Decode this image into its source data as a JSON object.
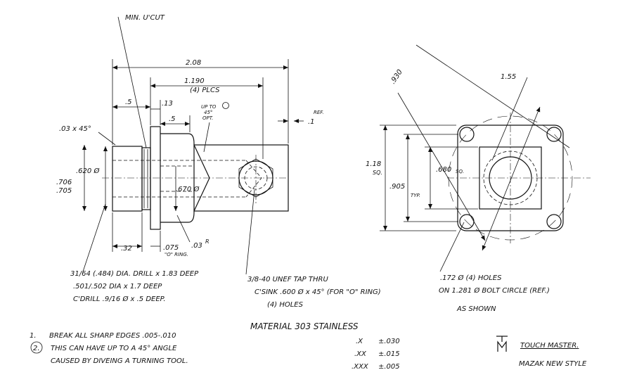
{
  "side_view": {
    "min_ucut": "MIN. U'CUT",
    "overall_length": "2.08",
    "len_1190": "1.190",
    "four_plcs": "(4) PLCS",
    "dim_p5_top": ".5",
    "dim_p13": ".13",
    "dim_p5_lower": ".5",
    "upto_line1": "UP TO",
    "upto_line2": "45°",
    "upto_line3": "OPT.",
    "ref_p1": ".1",
    "ref_label": "REF.",
    "chamfer": ".03 x 45°",
    "dia_620": ".620 Ø",
    "dia_706": ".706",
    "dia_705": ".705",
    "dia_670": ".670 Ø",
    "dim_32": ".32",
    "dim_075": ".075",
    "o_ring": "\"O\" RING.",
    "radius_03": ".03",
    "radius_r": "R"
  },
  "notes_left": {
    "line1": "31/64 (.484) DIA. DRILL x 1.83 DEEP",
    "line2": ".501/.502 DIA x 1.7 DEEP",
    "line3": "C'DRILL .9/16 Ø x .5 DEEP."
  },
  "notes_center": {
    "line1": "3/8-40 UNEF TAP THRU",
    "line2": "C'SINK .600 Ø x 45° (FOR \"O\" RING)",
    "line3": "(4) HOLES"
  },
  "end_view": {
    "dia_930": ".930",
    "dia_155": "1.55",
    "sq_118": "1.18",
    "sq_label": "SQ.",
    "sq_680": ".680",
    "typ_905": ".905",
    "typ_label": "TYP."
  },
  "notes_right": {
    "line1": ".172 Ø (4) HOLES",
    "line2": "ON 1.281 Ø BOLT CIRCLE (REF.)",
    "line3": "AS SHOWN"
  },
  "general_notes": {
    "n1_num": "1.",
    "n1_text": "BREAK ALL SHARP EDGES .005-.010",
    "n2_num": "2.",
    "n2_line1": "THIS CAN HAVE UP TO A 45° ANGLE",
    "n2_line2": "CAUSED BY DIVEING A TURNING TOOL."
  },
  "material": {
    "label": "MATERIAL 303 STAINLESS",
    "tol1_place": ".X",
    "tol1_val": "±.030",
    "tol2_place": ".XX",
    "tol2_val": "±.015",
    "tol3_place": ".XXX",
    "tol3_val": "±.005"
  },
  "title_block": {
    "logo": "TM",
    "company": "TOUCH MASTER.",
    "subtitle": "MAZAK NEW STYLE"
  }
}
